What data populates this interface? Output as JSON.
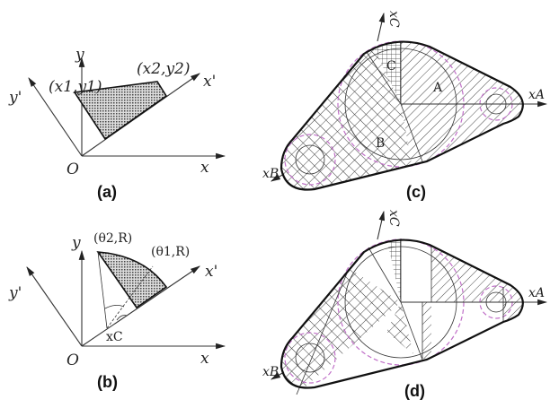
{
  "panels": {
    "a": {
      "caption": "(a)",
      "labels": {
        "y": "y",
        "y_prime": "y'",
        "x": "x",
        "x_prime": "x'",
        "origin": "O",
        "p1": "(x1,y1)",
        "p2": "(x2,y2)"
      }
    },
    "b": {
      "caption": "(b)",
      "labels": {
        "y": "y",
        "y_prime": "y'",
        "x": "x",
        "x_prime": "x'",
        "origin": "O",
        "p2": "(θ2,R)",
        "p1": "(θ1,R)",
        "xc": "xC"
      }
    },
    "c": {
      "caption": "(c)",
      "labels": {
        "xa": "xA",
        "xb": "xB",
        "xc": "xC",
        "A": "A",
        "B": "B",
        "C": "C"
      }
    },
    "d": {
      "caption": "(d)",
      "labels": {
        "xa": "xA",
        "xb": "xB",
        "xc": "xC"
      }
    }
  },
  "colors": {
    "line": "#111111",
    "dashed_circle": "#c070c8"
  }
}
